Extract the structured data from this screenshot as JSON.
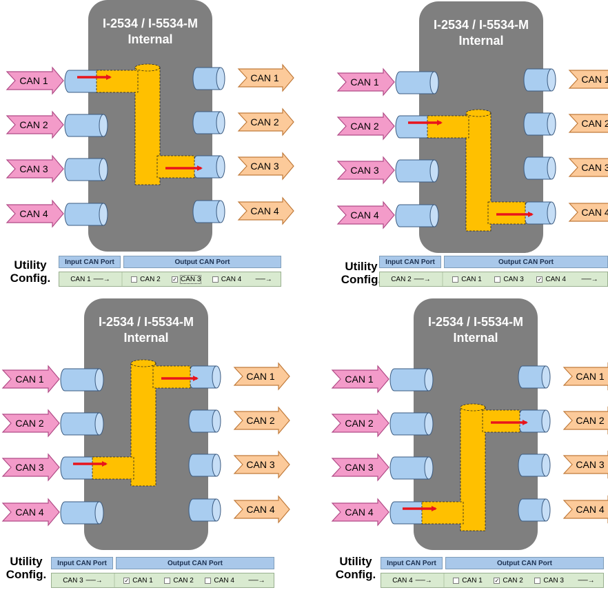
{
  "panels": [
    {
      "title": "I-2534 / I-5534-M",
      "subtitle": "Internal",
      "inputs": [
        "CAN 1",
        "CAN 2",
        "CAN 3",
        "CAN 4"
      ],
      "outputs": [
        "CAN 1",
        "CAN 2",
        "CAN 3",
        "CAN 4"
      ],
      "input_port": 1,
      "output_port": 3,
      "utility_label": [
        "Utility",
        "Config."
      ],
      "header_input": "Input CAN Port",
      "header_output": "Output CAN Port",
      "selected_input": "CAN 1",
      "options": [
        {
          "label": "CAN 2",
          "checked": false
        },
        {
          "label": "CAN 3",
          "checked": true
        },
        {
          "label": "CAN 4",
          "checked": false
        }
      ]
    },
    {
      "title": "I-2534 / I-5534-M",
      "subtitle": "Internal",
      "inputs": [
        "CAN 1",
        "CAN 2",
        "CAN 3",
        "CAN 4"
      ],
      "outputs": [
        "CAN 1",
        "CAN 2",
        "CAN 3",
        "CAN 4"
      ],
      "input_port": 2,
      "output_port": 4,
      "utility_label": [
        "Utility",
        "Config."
      ],
      "header_input": "Input CAN Port",
      "header_output": "Output CAN Port",
      "selected_input": "CAN 2",
      "options": [
        {
          "label": "CAN 1",
          "checked": false
        },
        {
          "label": "CAN 3",
          "checked": false
        },
        {
          "label": "CAN 4",
          "checked": true
        }
      ]
    },
    {
      "title": "I-2534 / I-5534-M",
      "subtitle": "Internal",
      "inputs": [
        "CAN 1",
        "CAN 2",
        "CAN 3",
        "CAN 4"
      ],
      "outputs": [
        "CAN 1",
        "CAN 2",
        "CAN 3",
        "CAN 4"
      ],
      "input_port": 3,
      "output_port": 1,
      "utility_label": [
        "Utility",
        "Config."
      ],
      "header_input": "Input CAN Port",
      "header_output": "Output CAN Port",
      "selected_input": "CAN 3",
      "options": [
        {
          "label": "CAN 1",
          "checked": true
        },
        {
          "label": "CAN 2",
          "checked": false
        },
        {
          "label": "CAN 4",
          "checked": false
        }
      ]
    },
    {
      "title": "I-2534 / I-5534-M",
      "subtitle": "Internal",
      "inputs": [
        "CAN 1",
        "CAN 2",
        "CAN 3",
        "CAN 4"
      ],
      "outputs": [
        "CAN 1",
        "CAN 2",
        "CAN 3",
        "CAN 4"
      ],
      "input_port": 4,
      "output_port": 2,
      "utility_label": [
        "Utility",
        "Config."
      ],
      "header_input": "Input CAN Port",
      "header_output": "Output CAN Port",
      "selected_input": "CAN 4",
      "options": [
        {
          "label": "CAN 1",
          "checked": false
        },
        {
          "label": "CAN 2",
          "checked": true
        },
        {
          "label": "CAN 3",
          "checked": false
        }
      ]
    }
  ],
  "colors": {
    "device_body": "#7f7f7f",
    "input_arrow": "#f39bc9",
    "output_arrow": "#fcca9a",
    "port": "#a9cdf0",
    "bus": "#ffc000",
    "flow_arrow": "#e8141c"
  }
}
